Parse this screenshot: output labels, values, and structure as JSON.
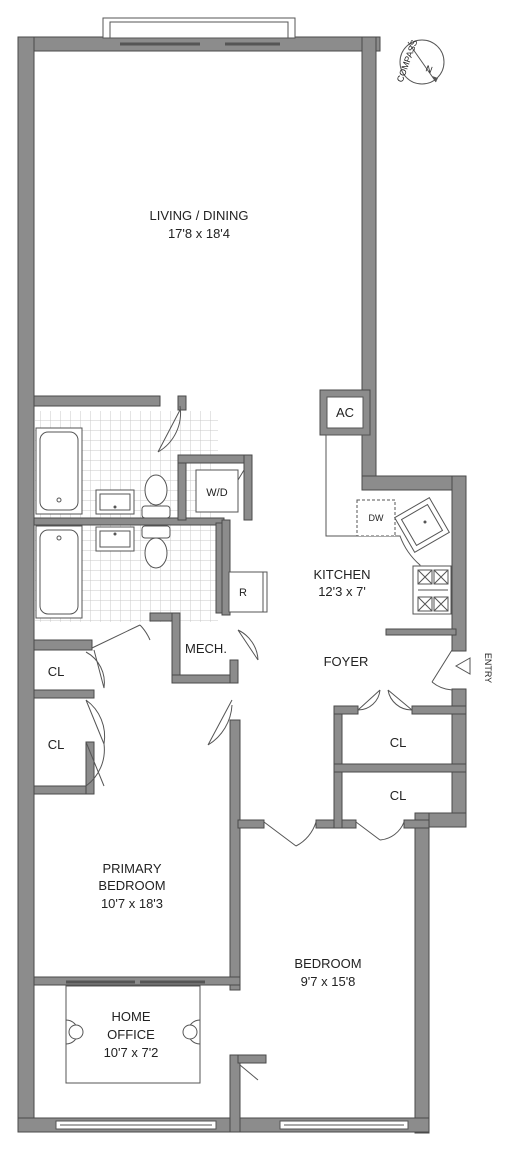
{
  "rooms": {
    "living": {
      "name": "LIVING / DINING",
      "dims": "17'8 x 18'4"
    },
    "kitchen": {
      "name": "KITCHEN",
      "dims": "12'3 x 7'"
    },
    "foyer": {
      "name": "FOYER"
    },
    "primary": {
      "name_line1": "PRIMARY",
      "name_line2": "BEDROOM",
      "dims": "10'7 x 18'3"
    },
    "office": {
      "name_line1": "HOME",
      "name_line2": "OFFICE",
      "dims": "10'7 x 7'2"
    },
    "bedroom": {
      "name": "BEDROOM",
      "dims": "9'7 x 15'8"
    }
  },
  "fixtures": {
    "ac": "AC",
    "wd": "W/D",
    "dw": "DW",
    "r": "R",
    "mech": "MECH.",
    "closet": "CL"
  },
  "entry": "ENTRY",
  "compass": {
    "label": "COMPASS",
    "north": "N"
  }
}
